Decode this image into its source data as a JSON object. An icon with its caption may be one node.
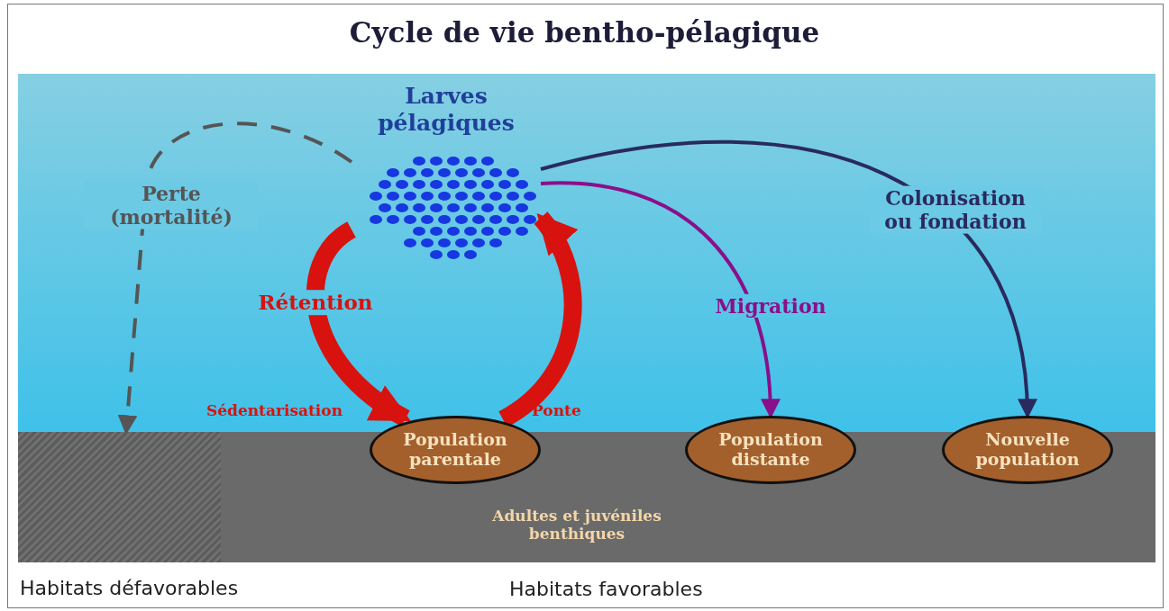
{
  "diagram": {
    "title": "Cycle de vie bentho-pélagique",
    "nodes": [
      {
        "text": [
          "Larves pélagiques"
        ]
      },
      {
        "text": [
          "Population parentale"
        ],
        "beside": [
          "Sédentarisation",
          "Ponte"
        ]
      },
      {
        "text": [
          "Population distante"
        ]
      },
      {
        "text": [
          "Nouvelle population"
        ]
      },
      {
        "text": [],
        "shape": "box",
        "beside": [
          "Habitats défavorables"
        ]
      }
    ],
    "edges": [
      {
        "from": 0,
        "to": 4,
        "arrow": "to",
        "label": "Perte (mortalité)",
        "style": "dashed",
        "color": "#555555"
      },
      {
        "from": 0,
        "to": 1,
        "arrow": "to",
        "label": "Rétention",
        "style": "thick",
        "color": "#d8120e"
      },
      {
        "from": 1,
        "to": 0,
        "arrow": "to",
        "style": "thick",
        "color": "#d8120e"
      },
      {
        "from": 0,
        "to": 2,
        "arrow": "to",
        "label": "Migration",
        "color": "#8a0f8a"
      },
      {
        "from": 0,
        "to": 3,
        "arrow": "to",
        "label": "Colonisation ou fondation",
        "color": "#2a2a5e"
      }
    ],
    "labels": [
      "Adultes et juvéniles benthiques",
      "Habitats favorables"
    ]
  }
}
